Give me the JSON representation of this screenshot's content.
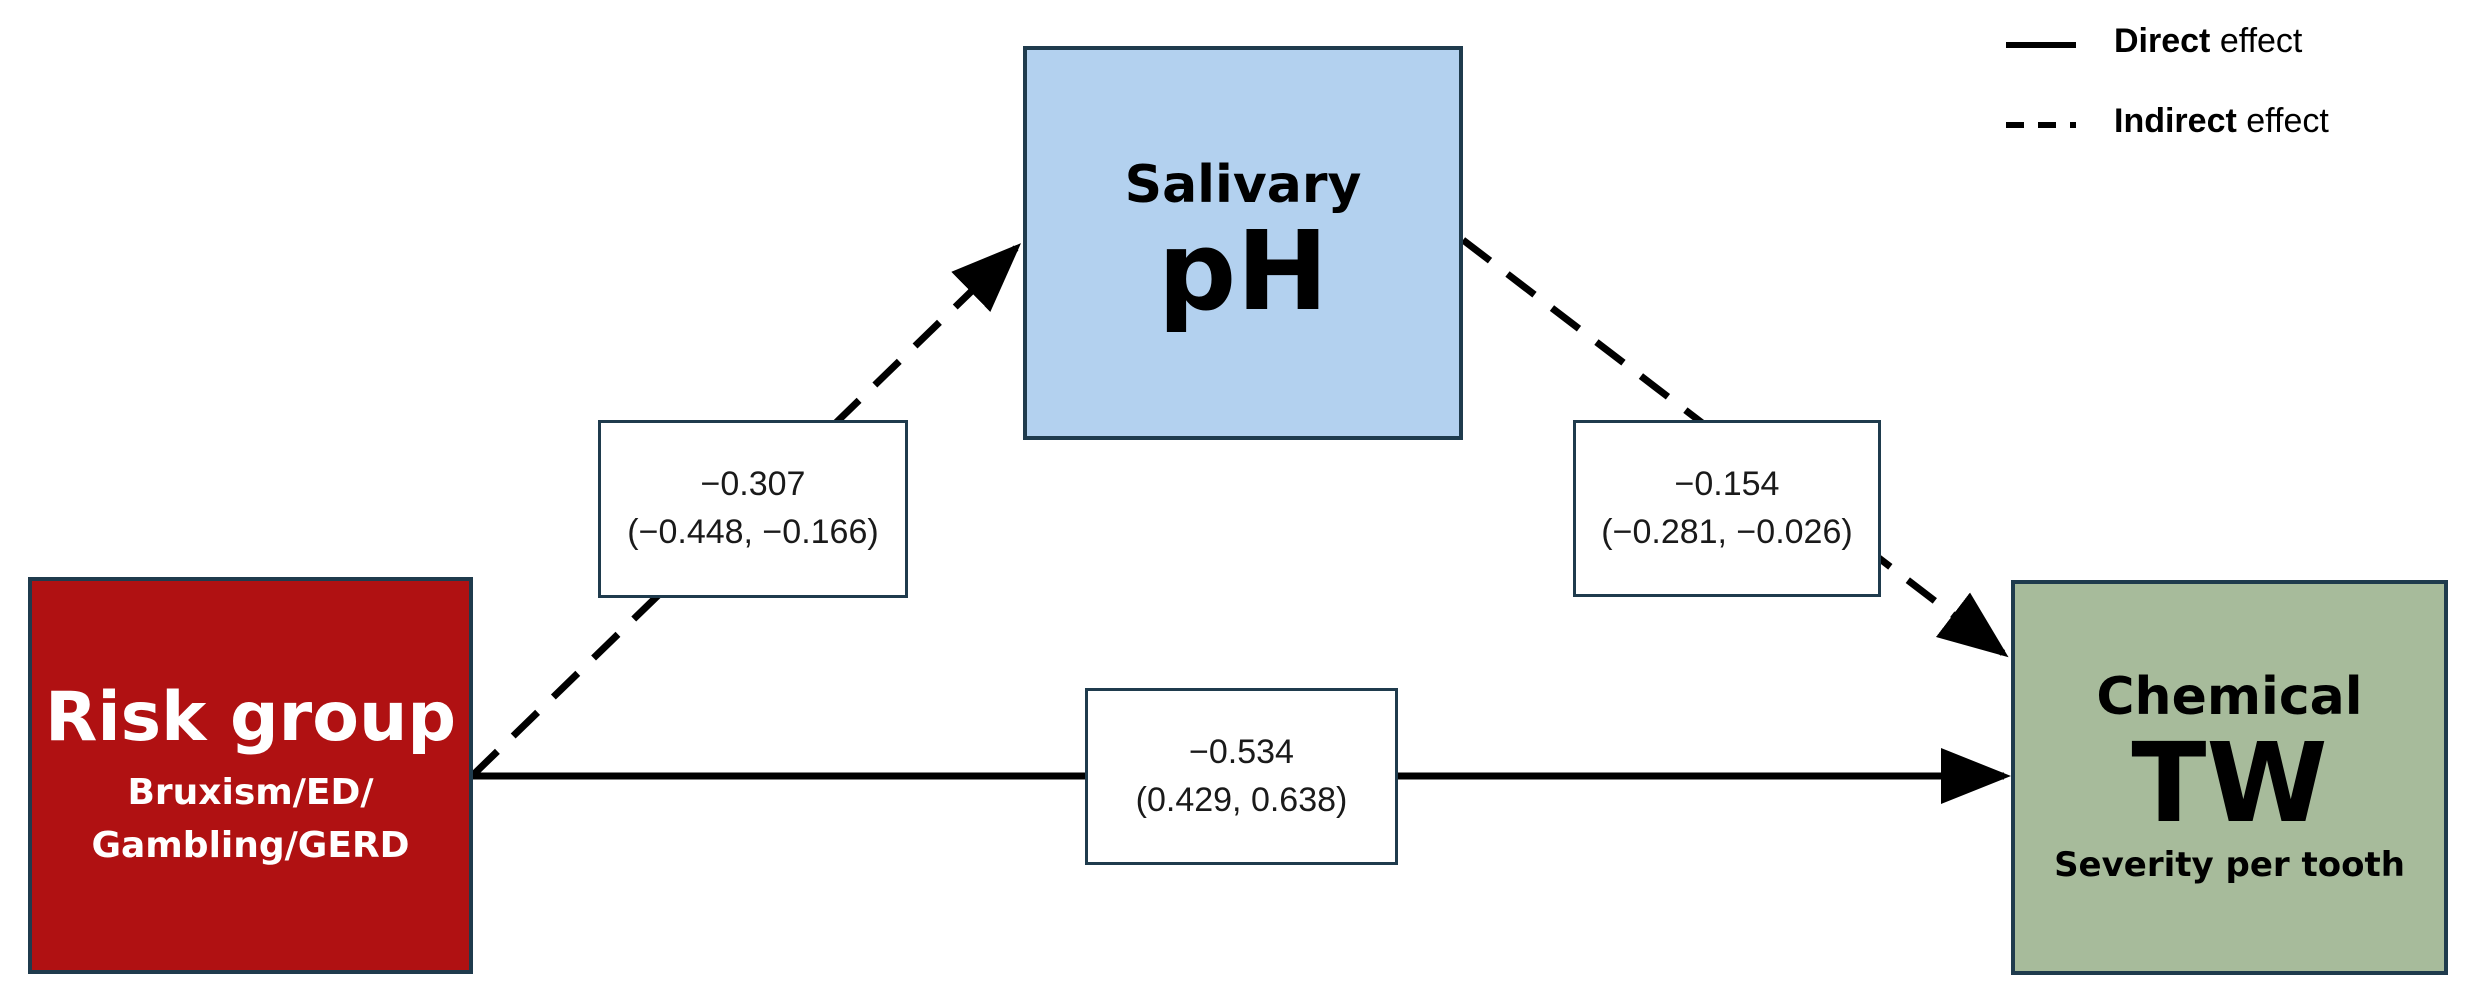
{
  "nodes": {
    "risk_group": {
      "title": "Risk group",
      "subtitle_line1": "Bruxism/ED/",
      "subtitle_line2": "Gambling/GERD",
      "fill": "#b01112"
    },
    "salivary_ph": {
      "title_top": "Salivary",
      "title_big": "pH",
      "fill": "#b3d1ef"
    },
    "chemical_tw": {
      "title_top": "Chemical",
      "title_big": "TW",
      "subtitle": "Severity per tooth",
      "fill": "#a7bb9b"
    }
  },
  "paths": {
    "risk_to_ph": {
      "style": "dashed",
      "coefficient": "−0.307",
      "ci": "(−0.448, −0.166)"
    },
    "ph_to_tw": {
      "style": "dashed",
      "coefficient": "−0.154",
      "ci": "(−0.281, −0.026)"
    },
    "risk_to_tw": {
      "style": "solid",
      "coefficient": "−0.534",
      "ci": "(0.429, 0.638)"
    }
  },
  "legend": {
    "direct": {
      "bold": "Direct",
      "rest": " effect"
    },
    "indirect": {
      "bold": "Indirect",
      "rest": " effect"
    }
  },
  "colors": {
    "border": "#1f3b4d",
    "arrow": "#000000"
  }
}
